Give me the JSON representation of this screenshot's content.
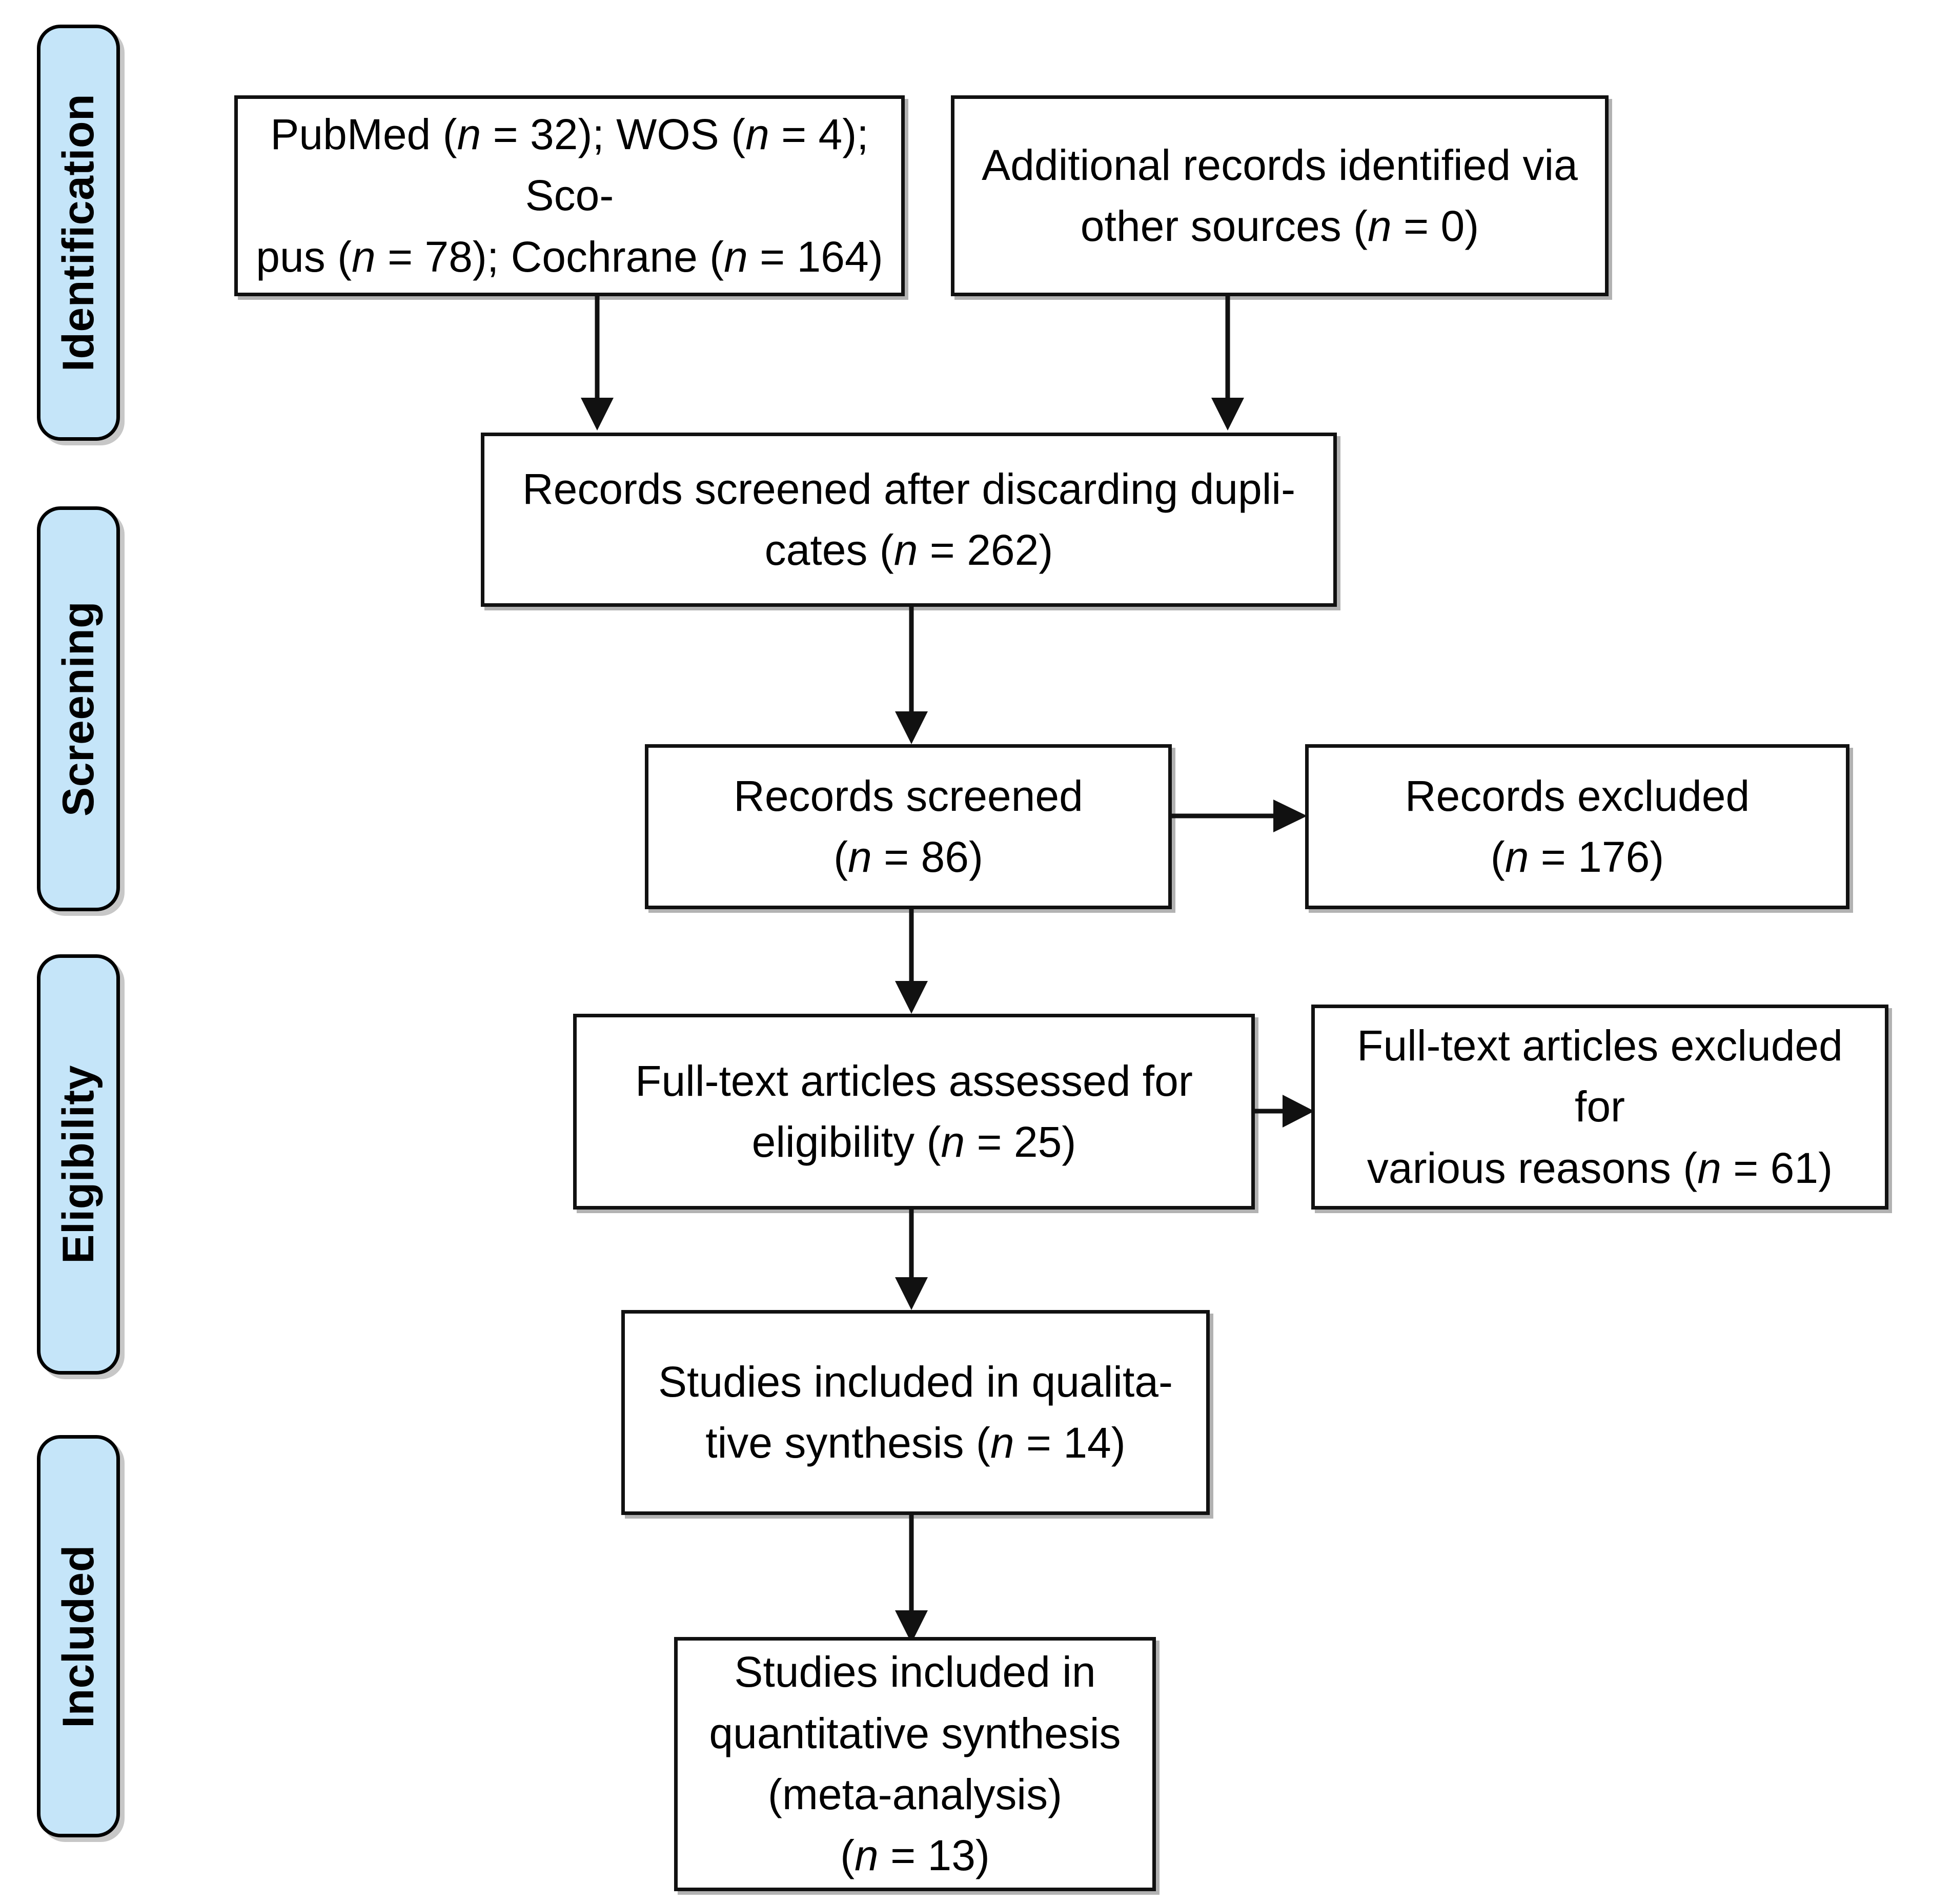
{
  "diagram": {
    "type": "prisma-flow-diagram",
    "title": "PRISMA flow diagram",
    "accent_color": "#c5e5f9",
    "line_color": "#111111",
    "background": "#ffffff"
  },
  "stages": [
    {
      "id": "identification",
      "label": "Identification"
    },
    {
      "id": "screening",
      "label": "Screening"
    },
    {
      "id": "eligibility",
      "label": "Eligibility"
    },
    {
      "id": "included",
      "label": "Included"
    }
  ],
  "boxes": {
    "databases": {
      "id": "records-identified-databases",
      "text": "PubMed (n = 32); WOS (n = 4); Sco-\npus (n = 78); Cochrane (n = 164)",
      "sources": [
        {
          "name": "PubMed",
          "n": 32
        },
        {
          "name": "WOS",
          "n": 4
        },
        {
          "name": "Scopus",
          "n": 78
        },
        {
          "name": "Cochrane",
          "n": 164
        }
      ]
    },
    "other_sources": {
      "id": "records-identified-other-sources",
      "text": "Additional records identified via\nother sources (n = 0)",
      "n": 0
    },
    "deduplicated": {
      "id": "records-after-duplicates-removed",
      "text": "Records screened after discarding dupli-\ncates (n = 262)",
      "n": 262
    },
    "screened": {
      "id": "records-screened",
      "text": "Records screened\n(n = 86)",
      "n": 86
    },
    "records_excluded": {
      "id": "records-excluded",
      "text": "Records excluded\n(n = 176)",
      "n": 176
    },
    "fulltext_assessed": {
      "id": "fulltext-articles-assessed",
      "text": "Full-text articles assessed for\neligibility (n = 25)",
      "n": 25
    },
    "fulltext_excluded": {
      "id": "fulltext-articles-excluded",
      "text": "Full-text articles excluded for\nvarious reasons (n = 61)",
      "n": 61
    },
    "qualitative": {
      "id": "studies-qualitative-synthesis",
      "text": "Studies included in qualita-\ntive synthesis (n = 14)",
      "n": 14
    },
    "quantitative": {
      "id": "studies-quantitative-synthesis",
      "text": "Studies included in\nquantitative synthesis\n(meta-analysis)\n(n = 13)",
      "n": 13
    }
  },
  "connectors": [
    {
      "id": "databases-to-deduplicated",
      "from": "databases",
      "to": "deduplicated",
      "direction": "down"
    },
    {
      "id": "other-to-deduplicated",
      "from": "other_sources",
      "to": "deduplicated",
      "direction": "down"
    },
    {
      "id": "deduplicated-to-screened",
      "from": "deduplicated",
      "to": "screened",
      "direction": "down"
    },
    {
      "id": "screened-to-excluded",
      "from": "screened",
      "to": "records_excluded",
      "direction": "right"
    },
    {
      "id": "screened-to-fulltext",
      "from": "screened",
      "to": "fulltext_assessed",
      "direction": "down"
    },
    {
      "id": "fulltext-to-fulltext-excluded",
      "from": "fulltext_assessed",
      "to": "fulltext_excluded",
      "direction": "right"
    },
    {
      "id": "fulltext-to-qualitative",
      "from": "fulltext_assessed",
      "to": "qualitative",
      "direction": "down"
    },
    {
      "id": "qualitative-to-quantitative",
      "from": "qualitative",
      "to": "quantitative",
      "direction": "down"
    }
  ]
}
